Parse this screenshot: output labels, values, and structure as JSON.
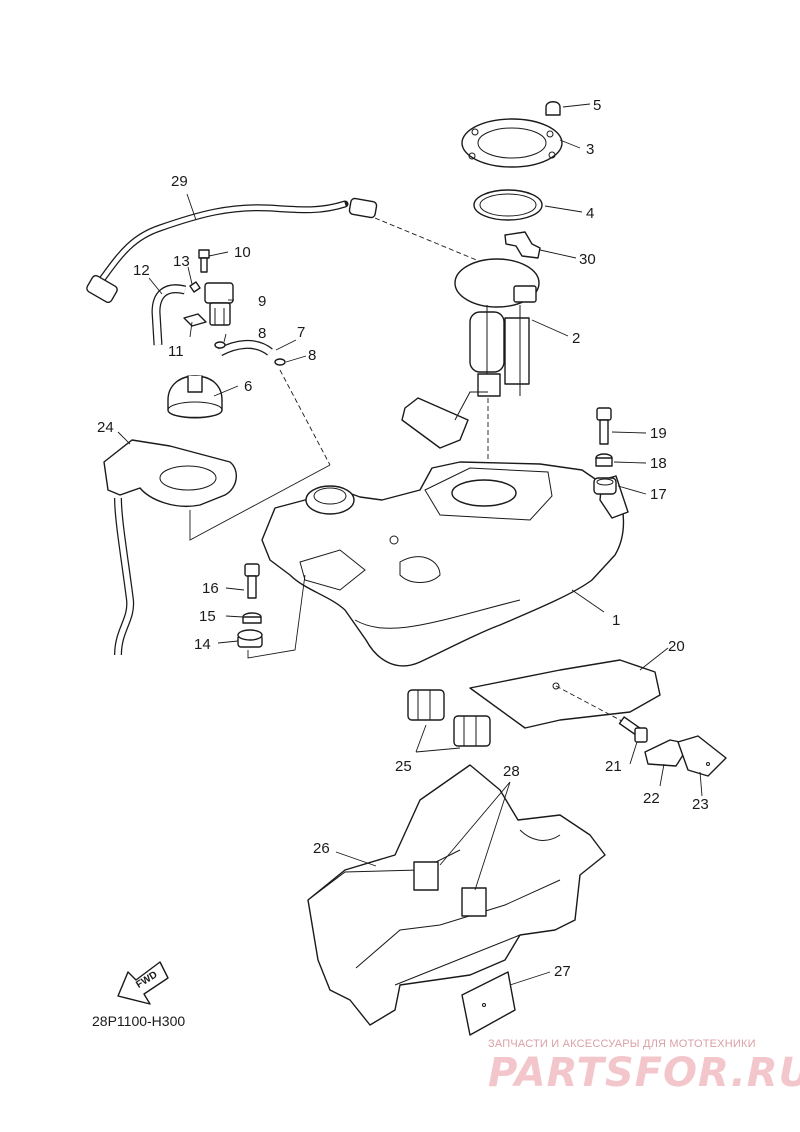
{
  "callouts": [
    "1",
    "2",
    "3",
    "4",
    "5",
    "6",
    "7",
    "8",
    "8",
    "9",
    "10",
    "11",
    "12",
    "13",
    "14",
    "15",
    "16",
    "17",
    "18",
    "19",
    "20",
    "21",
    "22",
    "23",
    "24",
    "25",
    "26",
    "27",
    "28",
    "29",
    "30"
  ],
  "fwd_label": "FWD",
  "diagram_code": "28P1100-H300",
  "watermark": {
    "tagline": "ЗАПЧАСТИ И АКСЕССУАРЫ ДЛЯ МОТОТЕХНИКИ",
    "brand": "PARTSFOR.RU"
  },
  "colors": {
    "line": "#1a1a1a",
    "watermark": "#f3c6cc"
  }
}
